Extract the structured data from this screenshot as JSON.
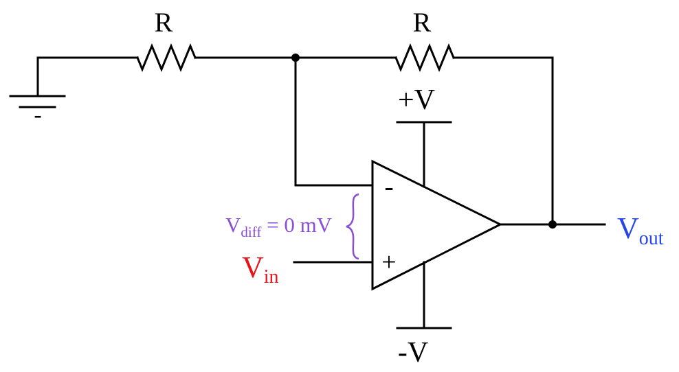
{
  "resistors": {
    "input_label": "R",
    "feedback_label": "R"
  },
  "supply": {
    "positive_label": "+V",
    "negative_label": "-V"
  },
  "opamp": {
    "inverting_symbol": "-",
    "noninverting_symbol": "+"
  },
  "ground": {
    "symbol_label": "-"
  },
  "input": {
    "label_main": "V",
    "label_sub": "in"
  },
  "output": {
    "label_main": "V",
    "label_sub": "out"
  },
  "vdiff": {
    "label_main": "V",
    "label_sub": "diff",
    "label_value": " = 0 mV"
  },
  "colors": {
    "wire": "#000000",
    "input_label": "#e8131b",
    "output_label": "#2846e6",
    "vdiff_label": "#8a4fd6"
  }
}
